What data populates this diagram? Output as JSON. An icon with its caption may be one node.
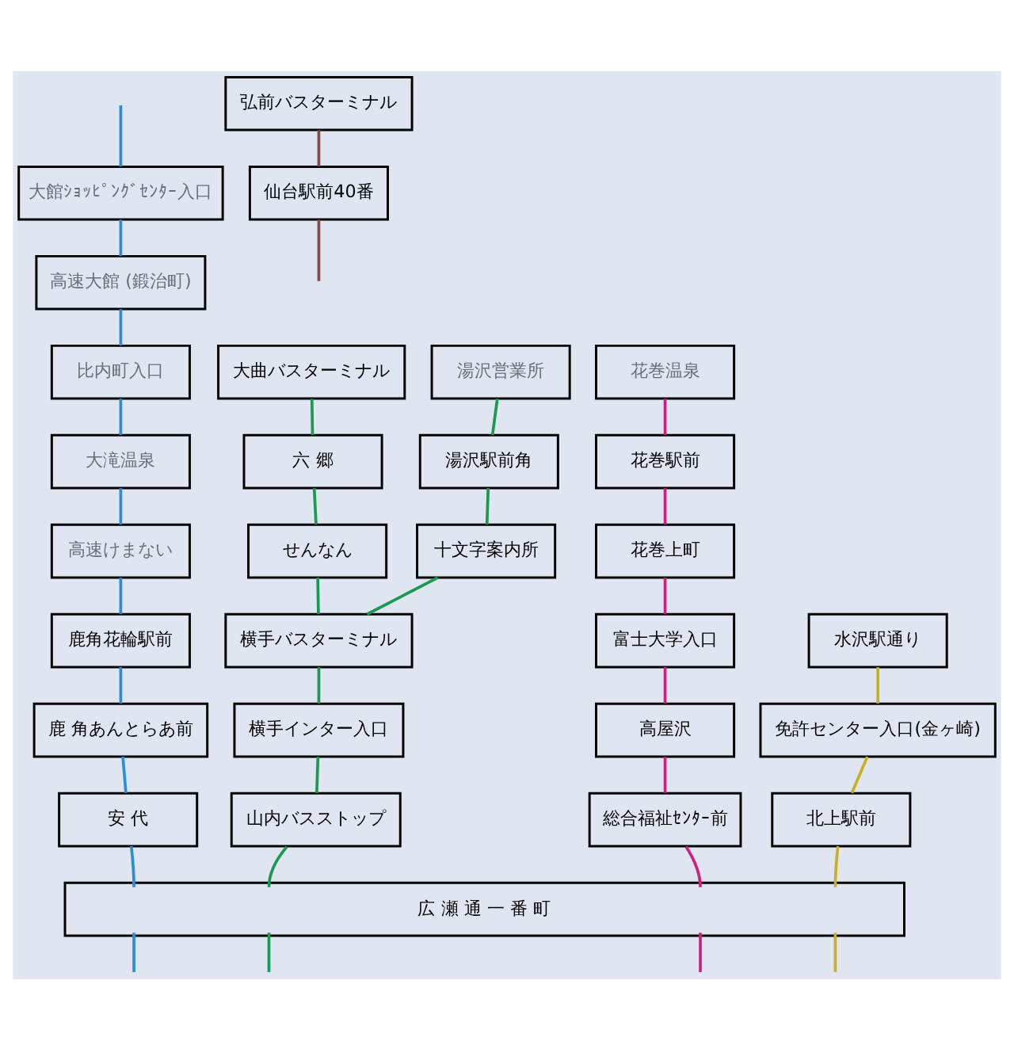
{
  "diagram": {
    "nodes": [
      {
        "text": [
          "大館ｼｮｯﾋﾟﾝｸﾞｾﾝﾀｰ入口"
        ]
      },
      {
        "text": [
          "高速大館 (鍛治町)"
        ]
      },
      {
        "text": [
          "比内町入口"
        ]
      },
      {
        "text": [
          "大滝温泉"
        ]
      },
      {
        "text": [
          "高速けまない"
        ]
      },
      {
        "text": [
          "鹿角花輪駅前"
        ]
      },
      {
        "text": [
          "鹿 角あんとらあ前"
        ]
      },
      {
        "text": [
          "安 代"
        ]
      },
      {
        "text": [
          "大曲バスターミナル"
        ]
      },
      {
        "text": [
          "六 郷"
        ]
      },
      {
        "text": [
          "せんなん"
        ]
      },
      {
        "text": [
          "湯沢営業所"
        ]
      },
      {
        "text": [
          "湯沢駅前角"
        ]
      },
      {
        "text": [
          "十文字案内所"
        ]
      },
      {
        "text": [
          "横手バスターミナル"
        ]
      },
      {
        "text": [
          "横手インター入口"
        ]
      },
      {
        "text": [
          "山内バスストップ"
        ]
      },
      {
        "text": [
          "花巻温泉"
        ]
      },
      {
        "text": [
          "花巻駅前"
        ]
      },
      {
        "text": [
          "花巻上町"
        ]
      },
      {
        "text": [
          "富士大学入口"
        ]
      },
      {
        "text": [
          "高屋沢"
        ]
      },
      {
        "text": [
          "総合福祉ｾﾝﾀｰ前"
        ]
      },
      {
        "text": [
          "水沢駅通り"
        ]
      },
      {
        "text": [
          "免許センター入口(金ヶ崎)"
        ]
      },
      {
        "text": [
          "北上駅前"
        ]
      },
      {
        "text": [
          "弘前バスターミナル"
        ]
      },
      {
        "text": [
          "仙台駅前40番"
        ]
      },
      {
        "text": [
          "広 瀬 通 一 番 町"
        ]
      }
    ],
    "edges": [
      {
        "from": null,
        "to": 0,
        "arrow": "none",
        "color": "#2a8fd8"
      },
      {
        "from": 0,
        "to": 1,
        "arrow": "none",
        "color": "#2a8fd8"
      },
      {
        "from": 1,
        "to": 2,
        "arrow": "none",
        "color": "#2a8fd8"
      },
      {
        "from": 2,
        "to": 3,
        "arrow": "none",
        "color": "#2a8fd8"
      },
      {
        "from": 3,
        "to": 4,
        "arrow": "none",
        "color": "#2a8fd8"
      },
      {
        "from": 4,
        "to": 5,
        "arrow": "none",
        "color": "#2a8fd8"
      },
      {
        "from": 5,
        "to": 6,
        "arrow": "none",
        "color": "#2a8fd8"
      },
      {
        "from": 6,
        "to": 7,
        "arrow": "none",
        "color": "#2a8fd8"
      },
      {
        "from": 7,
        "to": 28,
        "arrow": "none",
        "color": "#2a8fd8"
      },
      {
        "from": 28,
        "to": null,
        "arrow": "none",
        "color": "#2a8fd8"
      },
      {
        "from": 8,
        "to": 9,
        "arrow": "none",
        "color": "#1a9a50"
      },
      {
        "from": 9,
        "to": 10,
        "arrow": "none",
        "color": "#1a9a50"
      },
      {
        "from": 10,
        "to": 14,
        "arrow": "none",
        "color": "#1a9a50"
      },
      {
        "from": 11,
        "to": 12,
        "arrow": "none",
        "color": "#1a9a50"
      },
      {
        "from": 12,
        "to": 13,
        "arrow": "none",
        "color": "#1a9a50"
      },
      {
        "from": 13,
        "to": 14,
        "arrow": "none",
        "color": "#1a9a50"
      },
      {
        "from": 14,
        "to": 15,
        "arrow": "none",
        "color": "#1a9a50"
      },
      {
        "from": 15,
        "to": 16,
        "arrow": "none",
        "color": "#1a9a50"
      },
      {
        "from": 16,
        "to": 28,
        "arrow": "none",
        "color": "#1a9a50"
      },
      {
        "from": 28,
        "to": null,
        "arrow": "none",
        "color": "#1a9a50"
      },
      {
        "from": 17,
        "to": 18,
        "arrow": "none",
        "color": "#d0207f"
      },
      {
        "from": 18,
        "to": 19,
        "arrow": "none",
        "color": "#d0207f"
      },
      {
        "from": 19,
        "to": 20,
        "arrow": "none",
        "color": "#d0207f"
      },
      {
        "from": 20,
        "to": 21,
        "arrow": "none",
        "color": "#d0207f"
      },
      {
        "from": 21,
        "to": 22,
        "arrow": "none",
        "color": "#d0207f"
      },
      {
        "from": 22,
        "to": 28,
        "arrow": "none",
        "color": "#d0207f"
      },
      {
        "from": 28,
        "to": null,
        "arrow": "none",
        "color": "#d0207f"
      },
      {
        "from": 23,
        "to": 24,
        "arrow": "none",
        "color": "#c8b020"
      },
      {
        "from": 24,
        "to": 25,
        "arrow": "none",
        "color": "#c8b020"
      },
      {
        "from": 25,
        "to": 28,
        "arrow": "none",
        "color": "#c8b020"
      },
      {
        "from": 28,
        "to": null,
        "arrow": "none",
        "color": "#c8b020"
      },
      {
        "from": 26,
        "to": 27,
        "arrow": "none",
        "color": "#8a4a40"
      },
      {
        "from": 27,
        "to": null,
        "arrow": "none",
        "color": "#8a4a40"
      }
    ]
  }
}
